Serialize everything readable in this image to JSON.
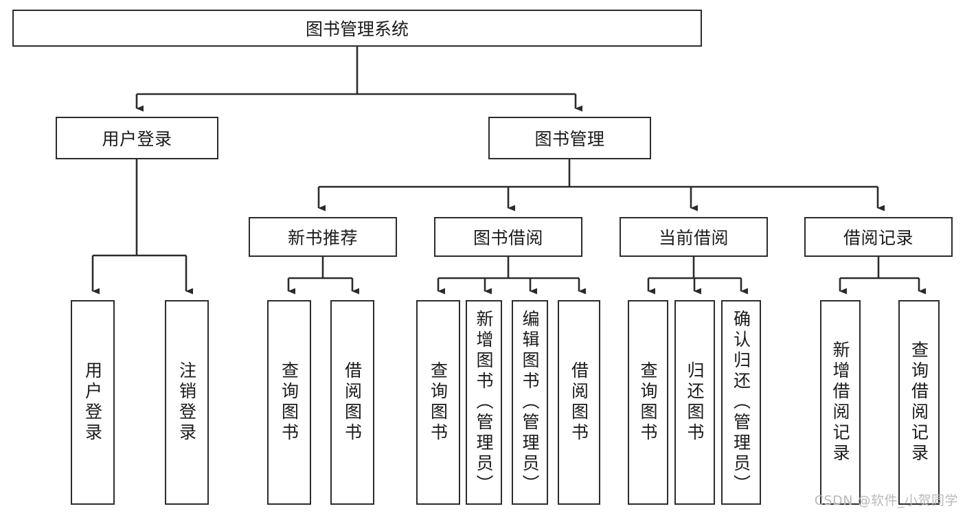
{
  "diagram": {
    "title": "图书管理系统",
    "type": "hierarchy-tree",
    "root": {
      "label": "图书管理系统"
    },
    "level2": [
      {
        "label": "用户登录"
      },
      {
        "label": "图书管理"
      }
    ],
    "level3": [
      {
        "label": "新书推荐"
      },
      {
        "label": "图书借阅"
      },
      {
        "label": "当前借阅"
      },
      {
        "label": "借阅记录"
      }
    ],
    "leaves": [
      {
        "label": "用户登录",
        "parent": "用户登录"
      },
      {
        "label": "注销登录",
        "parent": "用户登录"
      },
      {
        "label": "查询图书",
        "parent": "新书推荐"
      },
      {
        "label": "借阅图书",
        "parent": "新书推荐"
      },
      {
        "label": "查询图书",
        "parent": "图书借阅"
      },
      {
        "label": "新增图书（管理员）",
        "parent": "图书借阅"
      },
      {
        "label": "编辑图书（管理员）",
        "parent": "图书借阅"
      },
      {
        "label": "借阅图书",
        "parent": "图书借阅"
      },
      {
        "label": "查询图书",
        "parent": "当前借阅"
      },
      {
        "label": "归还图书",
        "parent": "当前借阅"
      },
      {
        "label": "确认归还（管理员）",
        "parent": "当前借阅"
      },
      {
        "label": "新增借阅记录",
        "parent": "借阅记录"
      },
      {
        "label": "查询借阅记录",
        "parent": "借阅记录"
      }
    ]
  },
  "watermark": {
    "text": "CSDN @软件_小贺同学"
  },
  "colors": {
    "stroke": "#2b2b2b",
    "background": "#ffffff",
    "text": "#1a1a1a",
    "watermark": "#b9b9b9"
  }
}
